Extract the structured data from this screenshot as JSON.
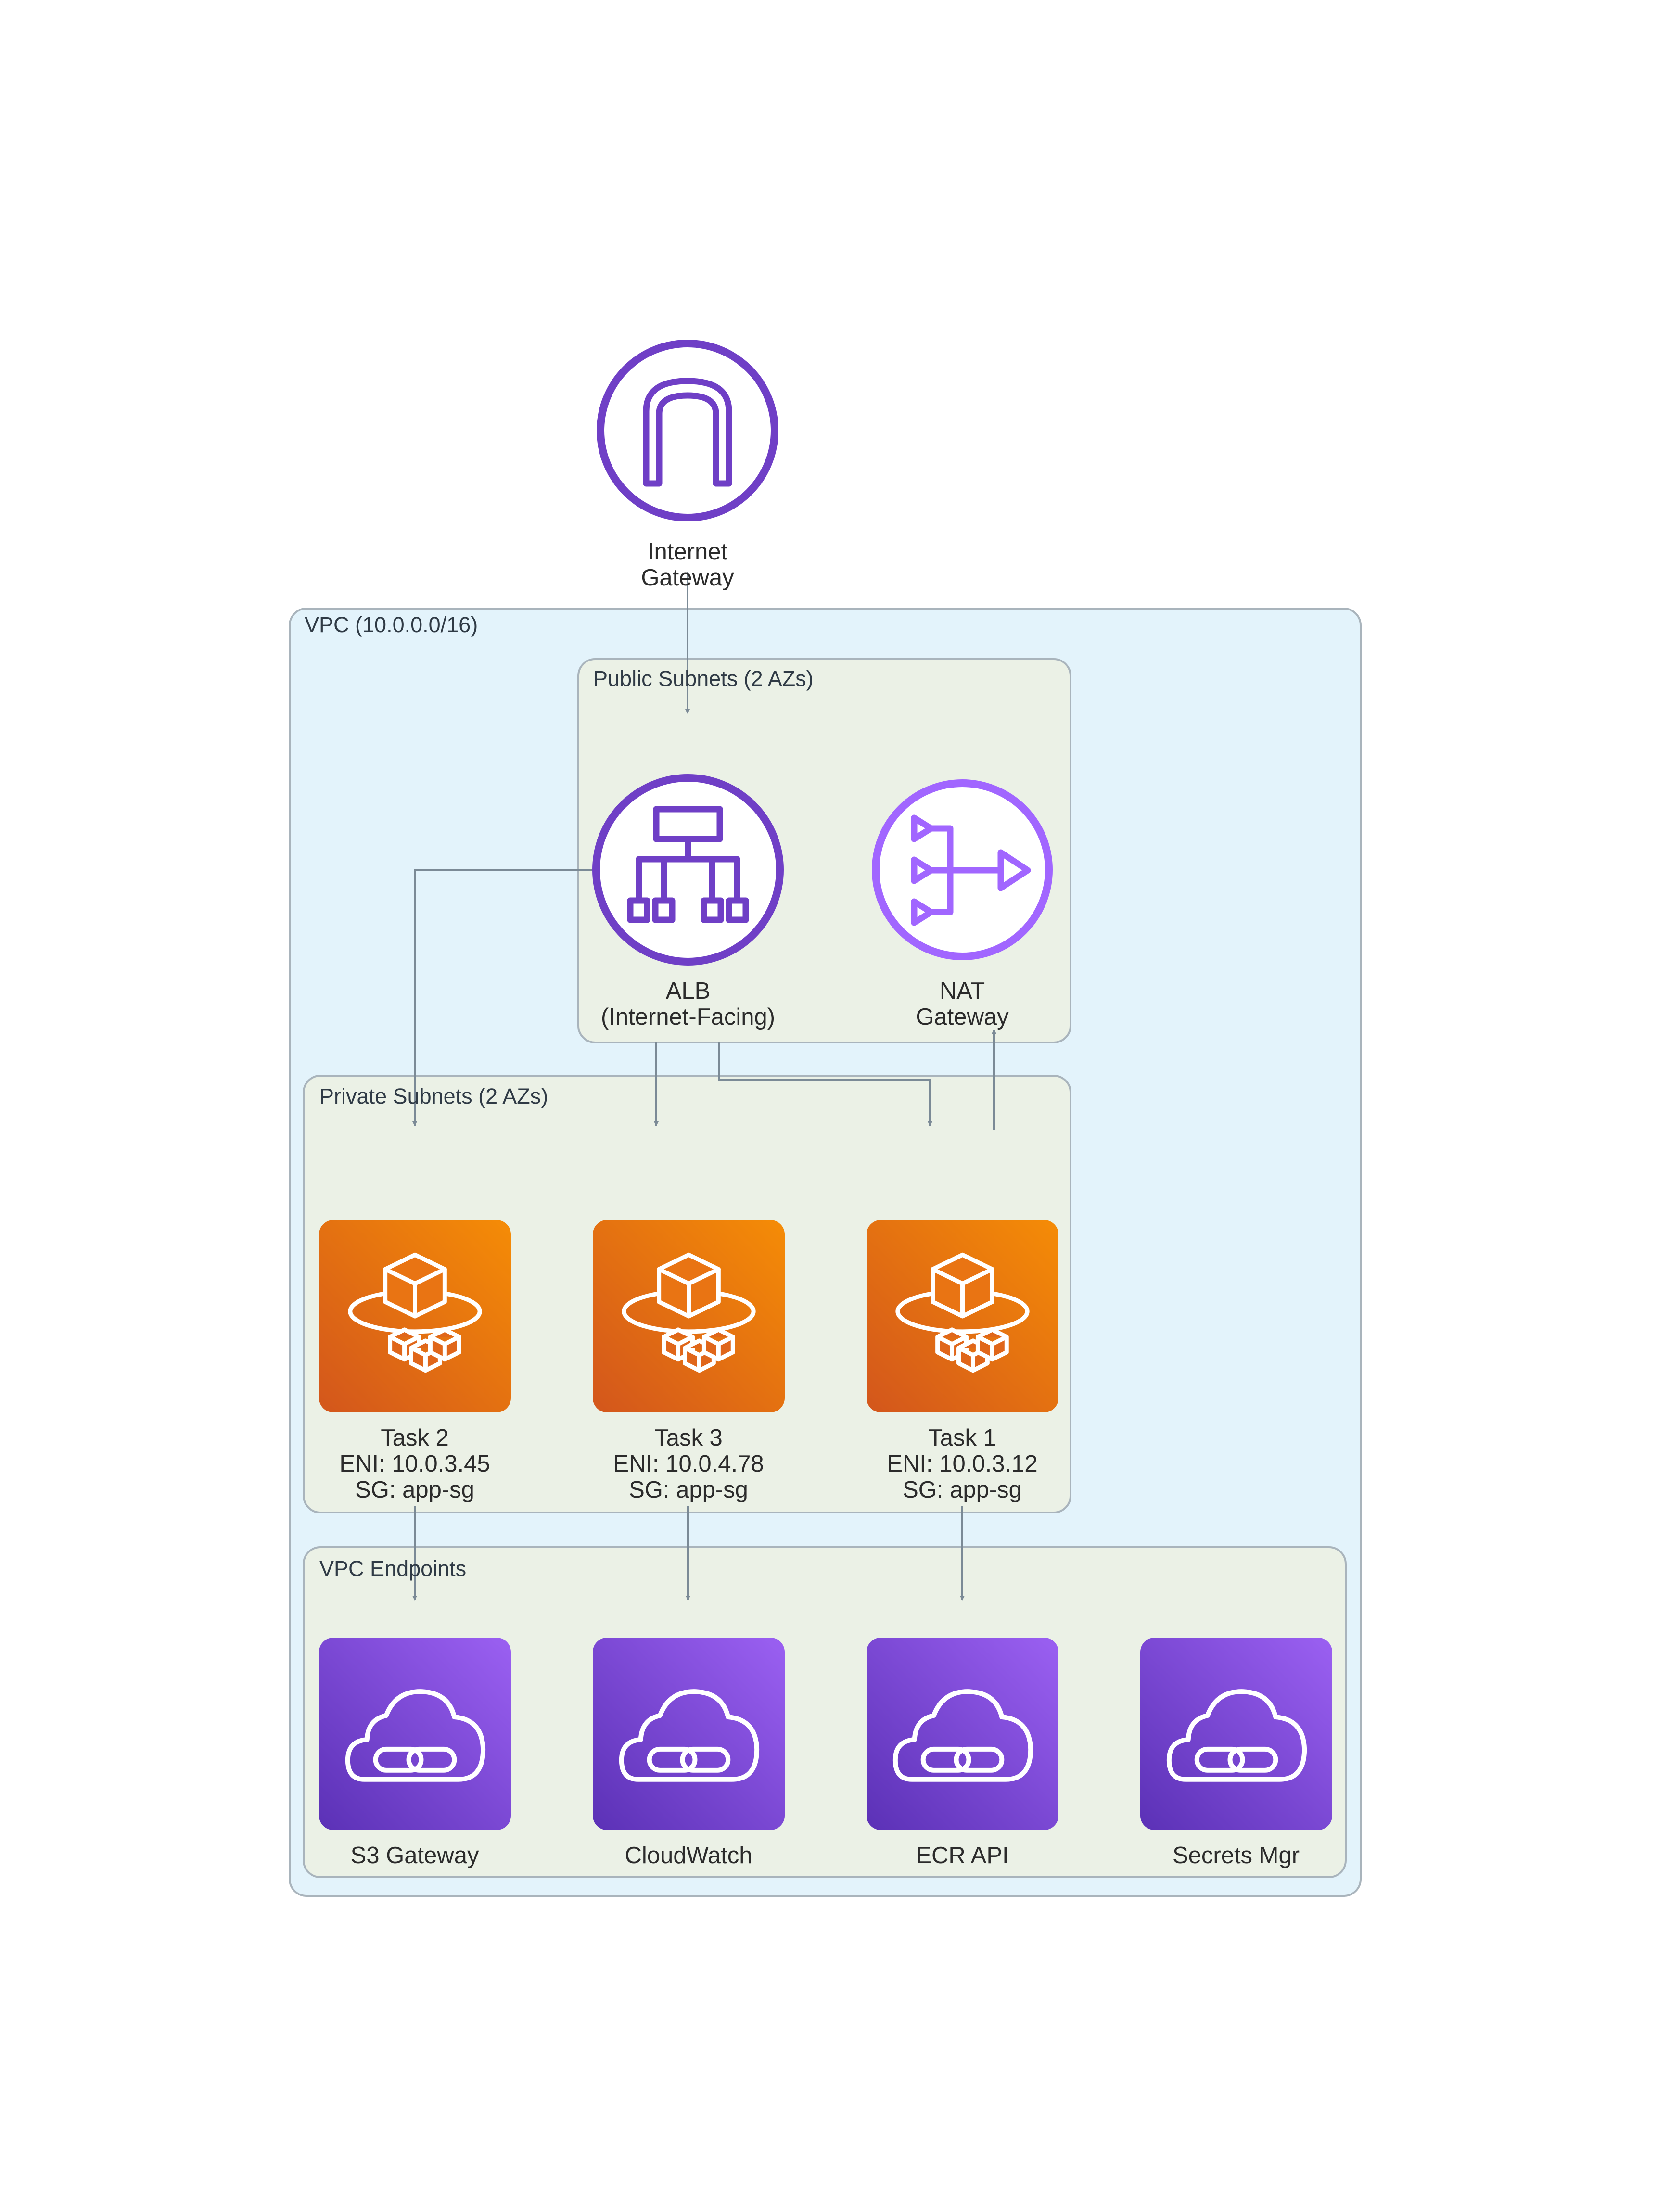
{
  "groups": {
    "vpc": "VPC (10.0.0.0/16)",
    "public": "Public Subnets (2 AZs)",
    "private": "Private Subnets (2 AZs)",
    "endpoints": "VPC Endpoints"
  },
  "nodes": {
    "igw": "Internet\nGateway",
    "alb": "ALB\n(Internet-Facing)",
    "nat": "NAT\nGateway",
    "task2": "Task 2\nENI: 10.0.3.45\nSG: app-sg",
    "task3": "Task 3\nENI: 10.0.4.78\nSG: app-sg",
    "task1": "Task 1\nENI: 10.0.3.12\nSG: app-sg",
    "s3": "S3 Gateway",
    "cloudwatch": "CloudWatch",
    "ecr": "ECR API",
    "secrets": "Secrets Mgr"
  },
  "colors": {
    "vpc_fill": "#e3f3fb",
    "subnet_fill": "#ebf1e6",
    "border": "#a9b4bc",
    "edge": "#7b8a96",
    "gateway_purple": "#6f3fc6",
    "nat_purple": "#a166ff",
    "fargate_orange_top": "#f48b0b",
    "fargate_orange_bottom": "#d4581a",
    "endpoint_purple_top": "#9a5ef0",
    "endpoint_purple_bottom": "#5a31b8"
  },
  "icons": {
    "igw": "internet-gateway-icon",
    "alb": "load-balancer-icon",
    "nat": "nat-gateway-icon",
    "task": "fargate-task-icon",
    "endpoint": "cloud-link-icon"
  }
}
